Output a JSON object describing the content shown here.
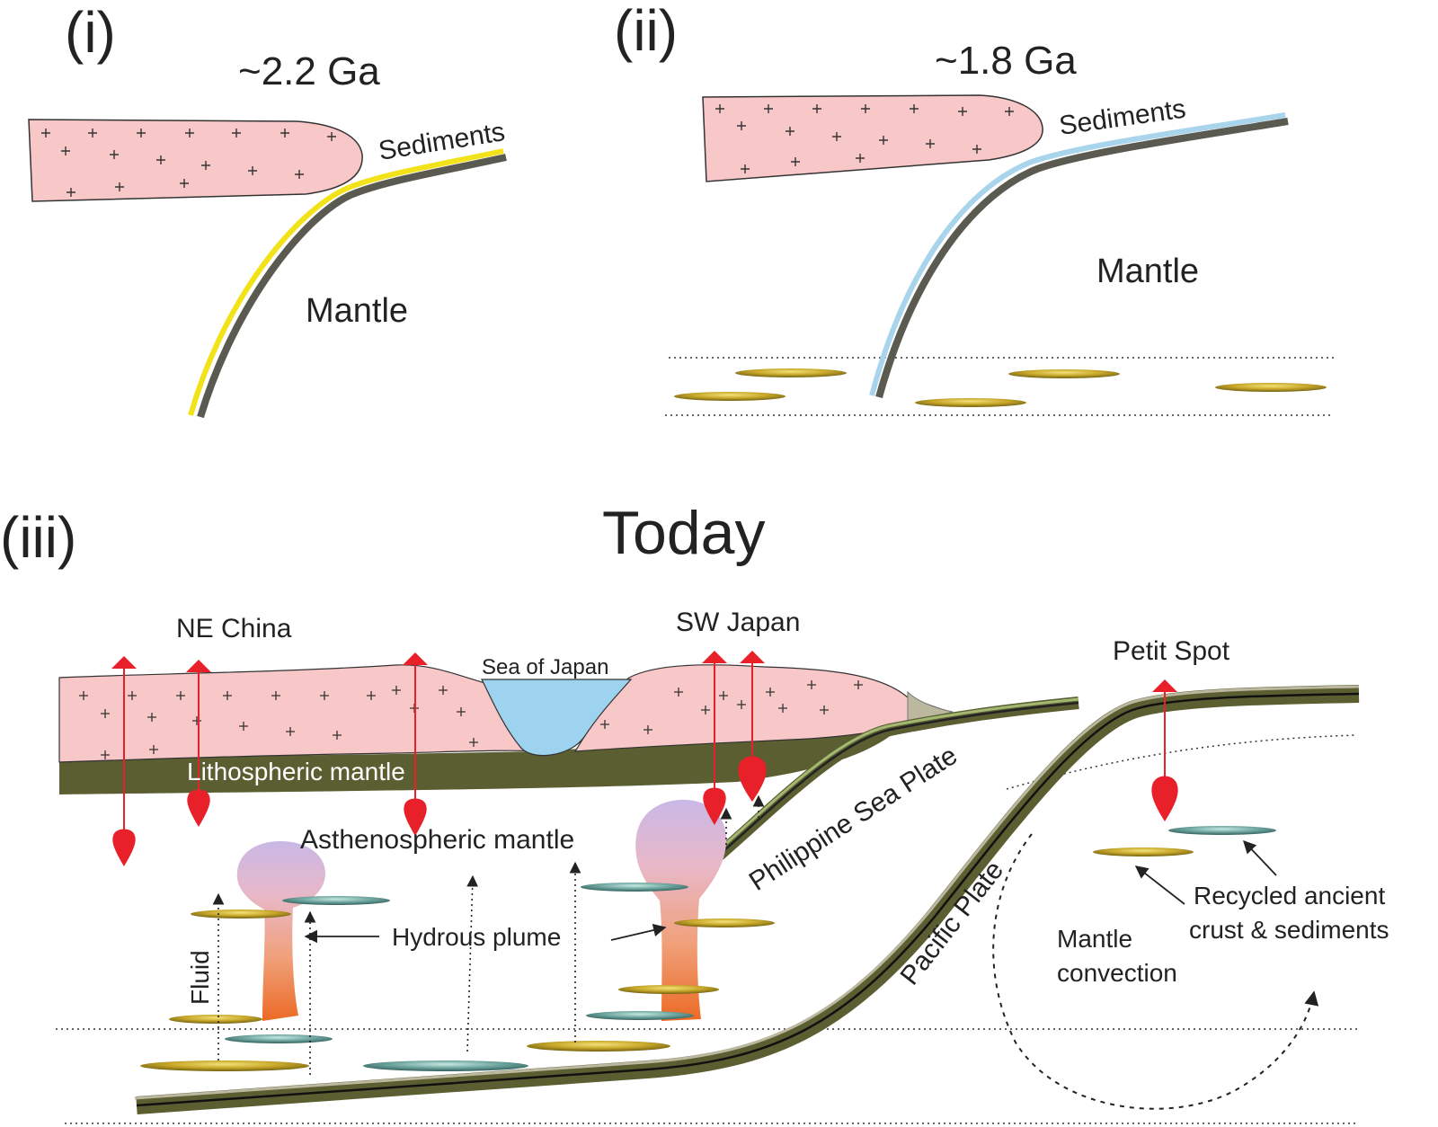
{
  "panels": {
    "p1": {
      "label": "(i)",
      "age": "~2.2 Ga",
      "sediments": "Sediments",
      "mantle": "Mantle"
    },
    "p2": {
      "label": "(ii)",
      "age": "~1.8 Ga",
      "sediments": "Sediments",
      "mantle": "Mantle"
    },
    "p3": {
      "label": "(iii)",
      "title": "Today",
      "ne_china": "NE China",
      "sw_japan": "SW Japan",
      "sea_of_japan": "Sea of Japan",
      "petit_spot": "Petit Spot",
      "lithospheric_mantle": "Lithospheric mantle",
      "asthenospheric_mantle": "Asthenospheric mantle",
      "philippine_sea_plate": "Philippine Sea Plate",
      "pacific_plate": "Pacific Plate",
      "hydrous_plume": "Hydrous plume",
      "fluid": "Fluid",
      "mantle_convection_1": "Mantle",
      "mantle_convection_2": "convection",
      "recycled_1": "Recycled ancient",
      "recycled_2": "crust & sediments"
    }
  },
  "colors": {
    "crust": "#f8c8c8",
    "slab": "#5a5a50",
    "sediment_yellow": "#f2e21a",
    "sediment_blue": "#a8d4ec",
    "lithosphere": "#5b5e31",
    "sea": "#9dd3ee",
    "magma": "#e8202a",
    "lens_gold": "#c9a82a",
    "lens_teal": "#6fa6a0"
  }
}
